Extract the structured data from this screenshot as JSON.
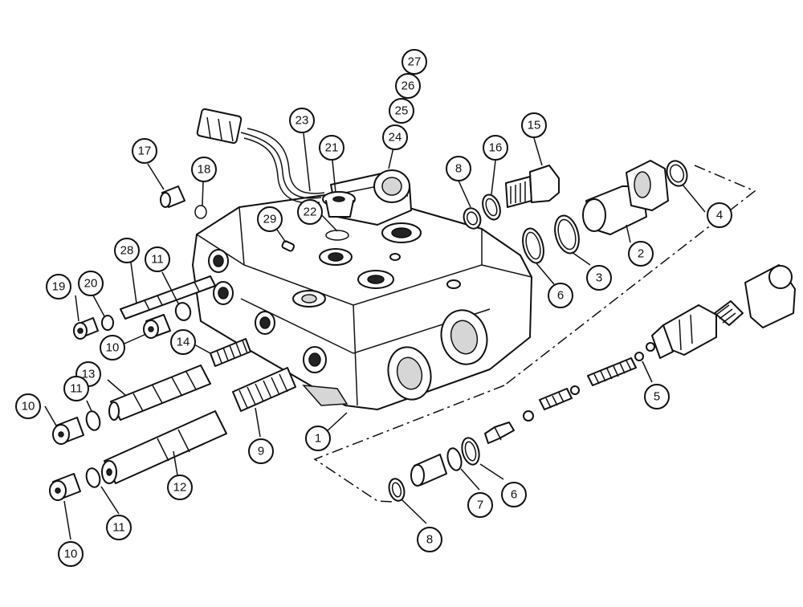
{
  "callouts": [
    {
      "id": "c27",
      "label": "27"
    },
    {
      "id": "c26",
      "label": "26"
    },
    {
      "id": "c25",
      "label": "25"
    },
    {
      "id": "c24",
      "label": "24"
    },
    {
      "id": "c23",
      "label": "23"
    },
    {
      "id": "c21",
      "label": "21"
    },
    {
      "id": "c15",
      "label": "15"
    },
    {
      "id": "c16",
      "label": "16"
    },
    {
      "id": "c8a",
      "label": "8"
    },
    {
      "id": "c17",
      "label": "17"
    },
    {
      "id": "c18",
      "label": "18"
    },
    {
      "id": "c22",
      "label": "22"
    },
    {
      "id": "c29",
      "label": "29"
    },
    {
      "id": "c4",
      "label": "4"
    },
    {
      "id": "c2",
      "label": "2"
    },
    {
      "id": "c3",
      "label": "3"
    },
    {
      "id": "c6a",
      "label": "6"
    },
    {
      "id": "c28",
      "label": "28"
    },
    {
      "id": "c11a",
      "label": "11"
    },
    {
      "id": "c20",
      "label": "20"
    },
    {
      "id": "c19",
      "label": "19"
    },
    {
      "id": "c10a",
      "label": "10"
    },
    {
      "id": "c14",
      "label": "14"
    },
    {
      "id": "c13",
      "label": "13"
    },
    {
      "id": "c11b",
      "label": "11"
    },
    {
      "id": "c10b",
      "label": "10"
    },
    {
      "id": "c5",
      "label": "5"
    },
    {
      "id": "c9",
      "label": "9"
    },
    {
      "id": "c1",
      "label": "1"
    },
    {
      "id": "c12",
      "label": "12"
    },
    {
      "id": "c11c",
      "label": "11"
    },
    {
      "id": "c10c",
      "label": "10"
    },
    {
      "id": "c7",
      "label": "7"
    },
    {
      "id": "c6b",
      "label": "6"
    },
    {
      "id": "c8b",
      "label": "8"
    }
  ]
}
